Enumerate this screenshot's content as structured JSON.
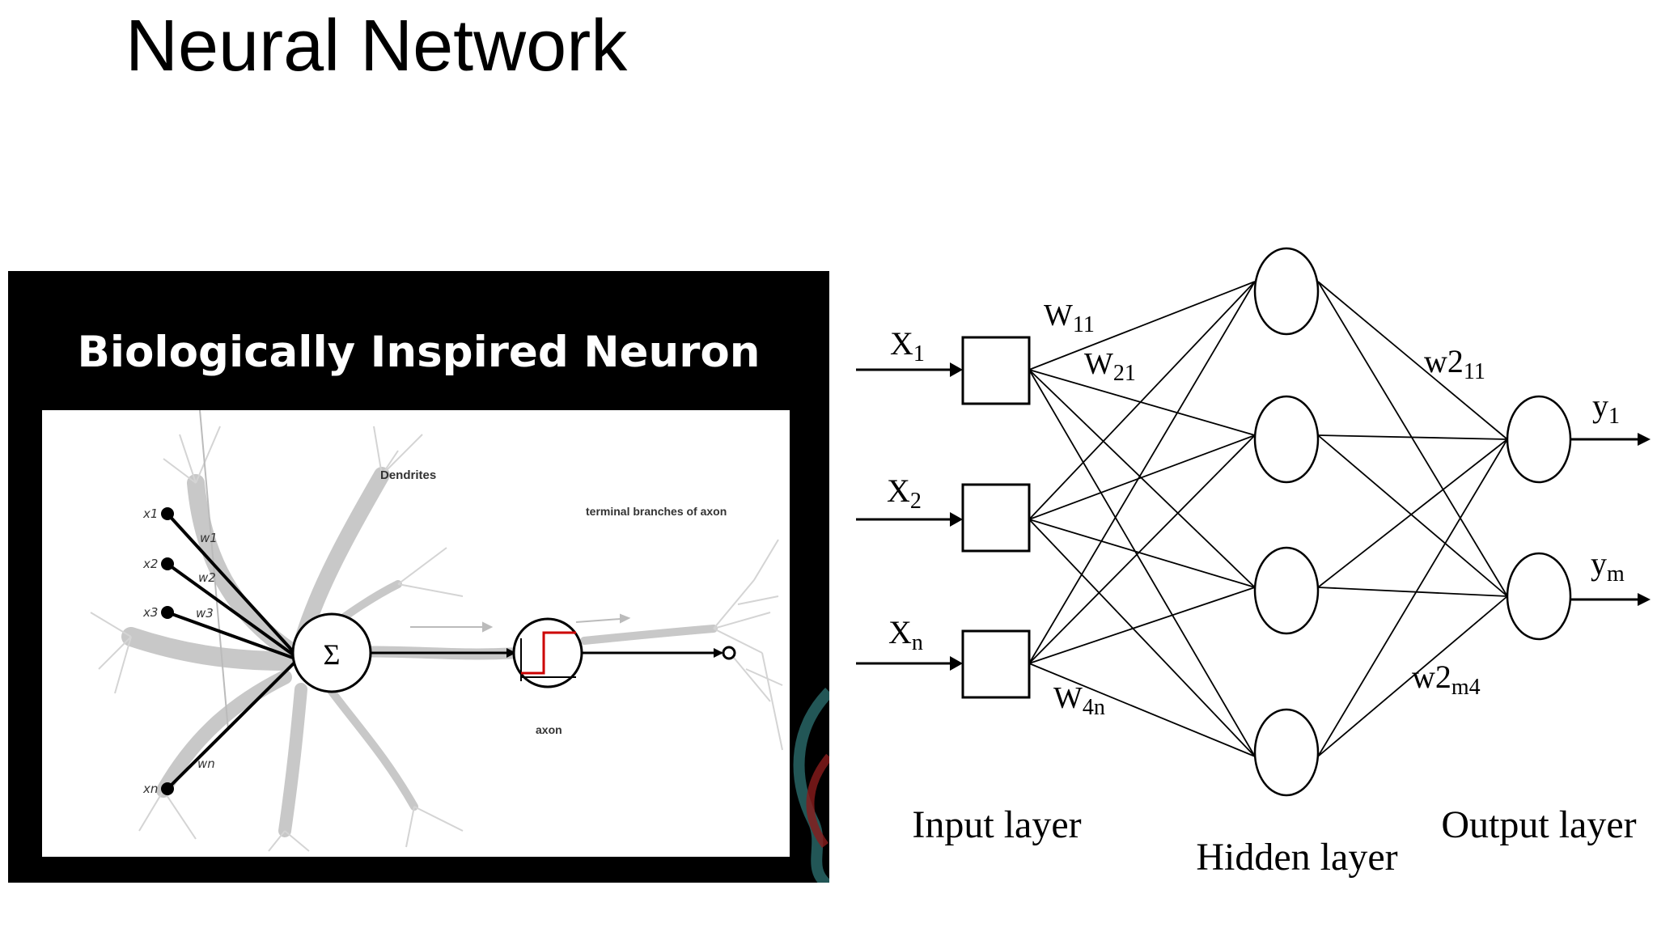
{
  "slide": {
    "title": "Neural Network"
  },
  "bio_neuron": {
    "title": "Biologically Inspired Neuron",
    "labels": {
      "dendrites": "Dendrites",
      "terminal": "terminal branches of axon",
      "axon": "axon",
      "sum_symbol": "Σ"
    },
    "inputs": [
      "x1",
      "x2",
      "x3",
      "xn"
    ],
    "weights": [
      "w1",
      "w2",
      "w3",
      "wn"
    ],
    "colors": {
      "panel": "#000000",
      "dendrite": "#c8c8c8",
      "step": "#cc0000"
    }
  },
  "network": {
    "inputs": {
      "x1": {
        "base": "X",
        "sub": "1"
      },
      "x2": {
        "base": "X",
        "sub": "2"
      },
      "xn": {
        "base": "X",
        "sub": "n"
      }
    },
    "outputs": {
      "y1": {
        "base": "y",
        "sub": "1"
      },
      "ym": {
        "base": "y",
        "sub": "m"
      }
    },
    "weights": {
      "w11": {
        "base": "W",
        "sub": "11"
      },
      "w21": {
        "base": "W",
        "sub": "21"
      },
      "w4n": {
        "base": "W",
        "sub": "4n"
      },
      "w2_11": {
        "base": "w2",
        "sub": "11"
      },
      "w2_m4": {
        "base": "w2",
        "sub": "m4"
      }
    },
    "layer_labels": {
      "input": "Input layer",
      "hidden": "Hidden layer",
      "output": "Output layer"
    }
  }
}
